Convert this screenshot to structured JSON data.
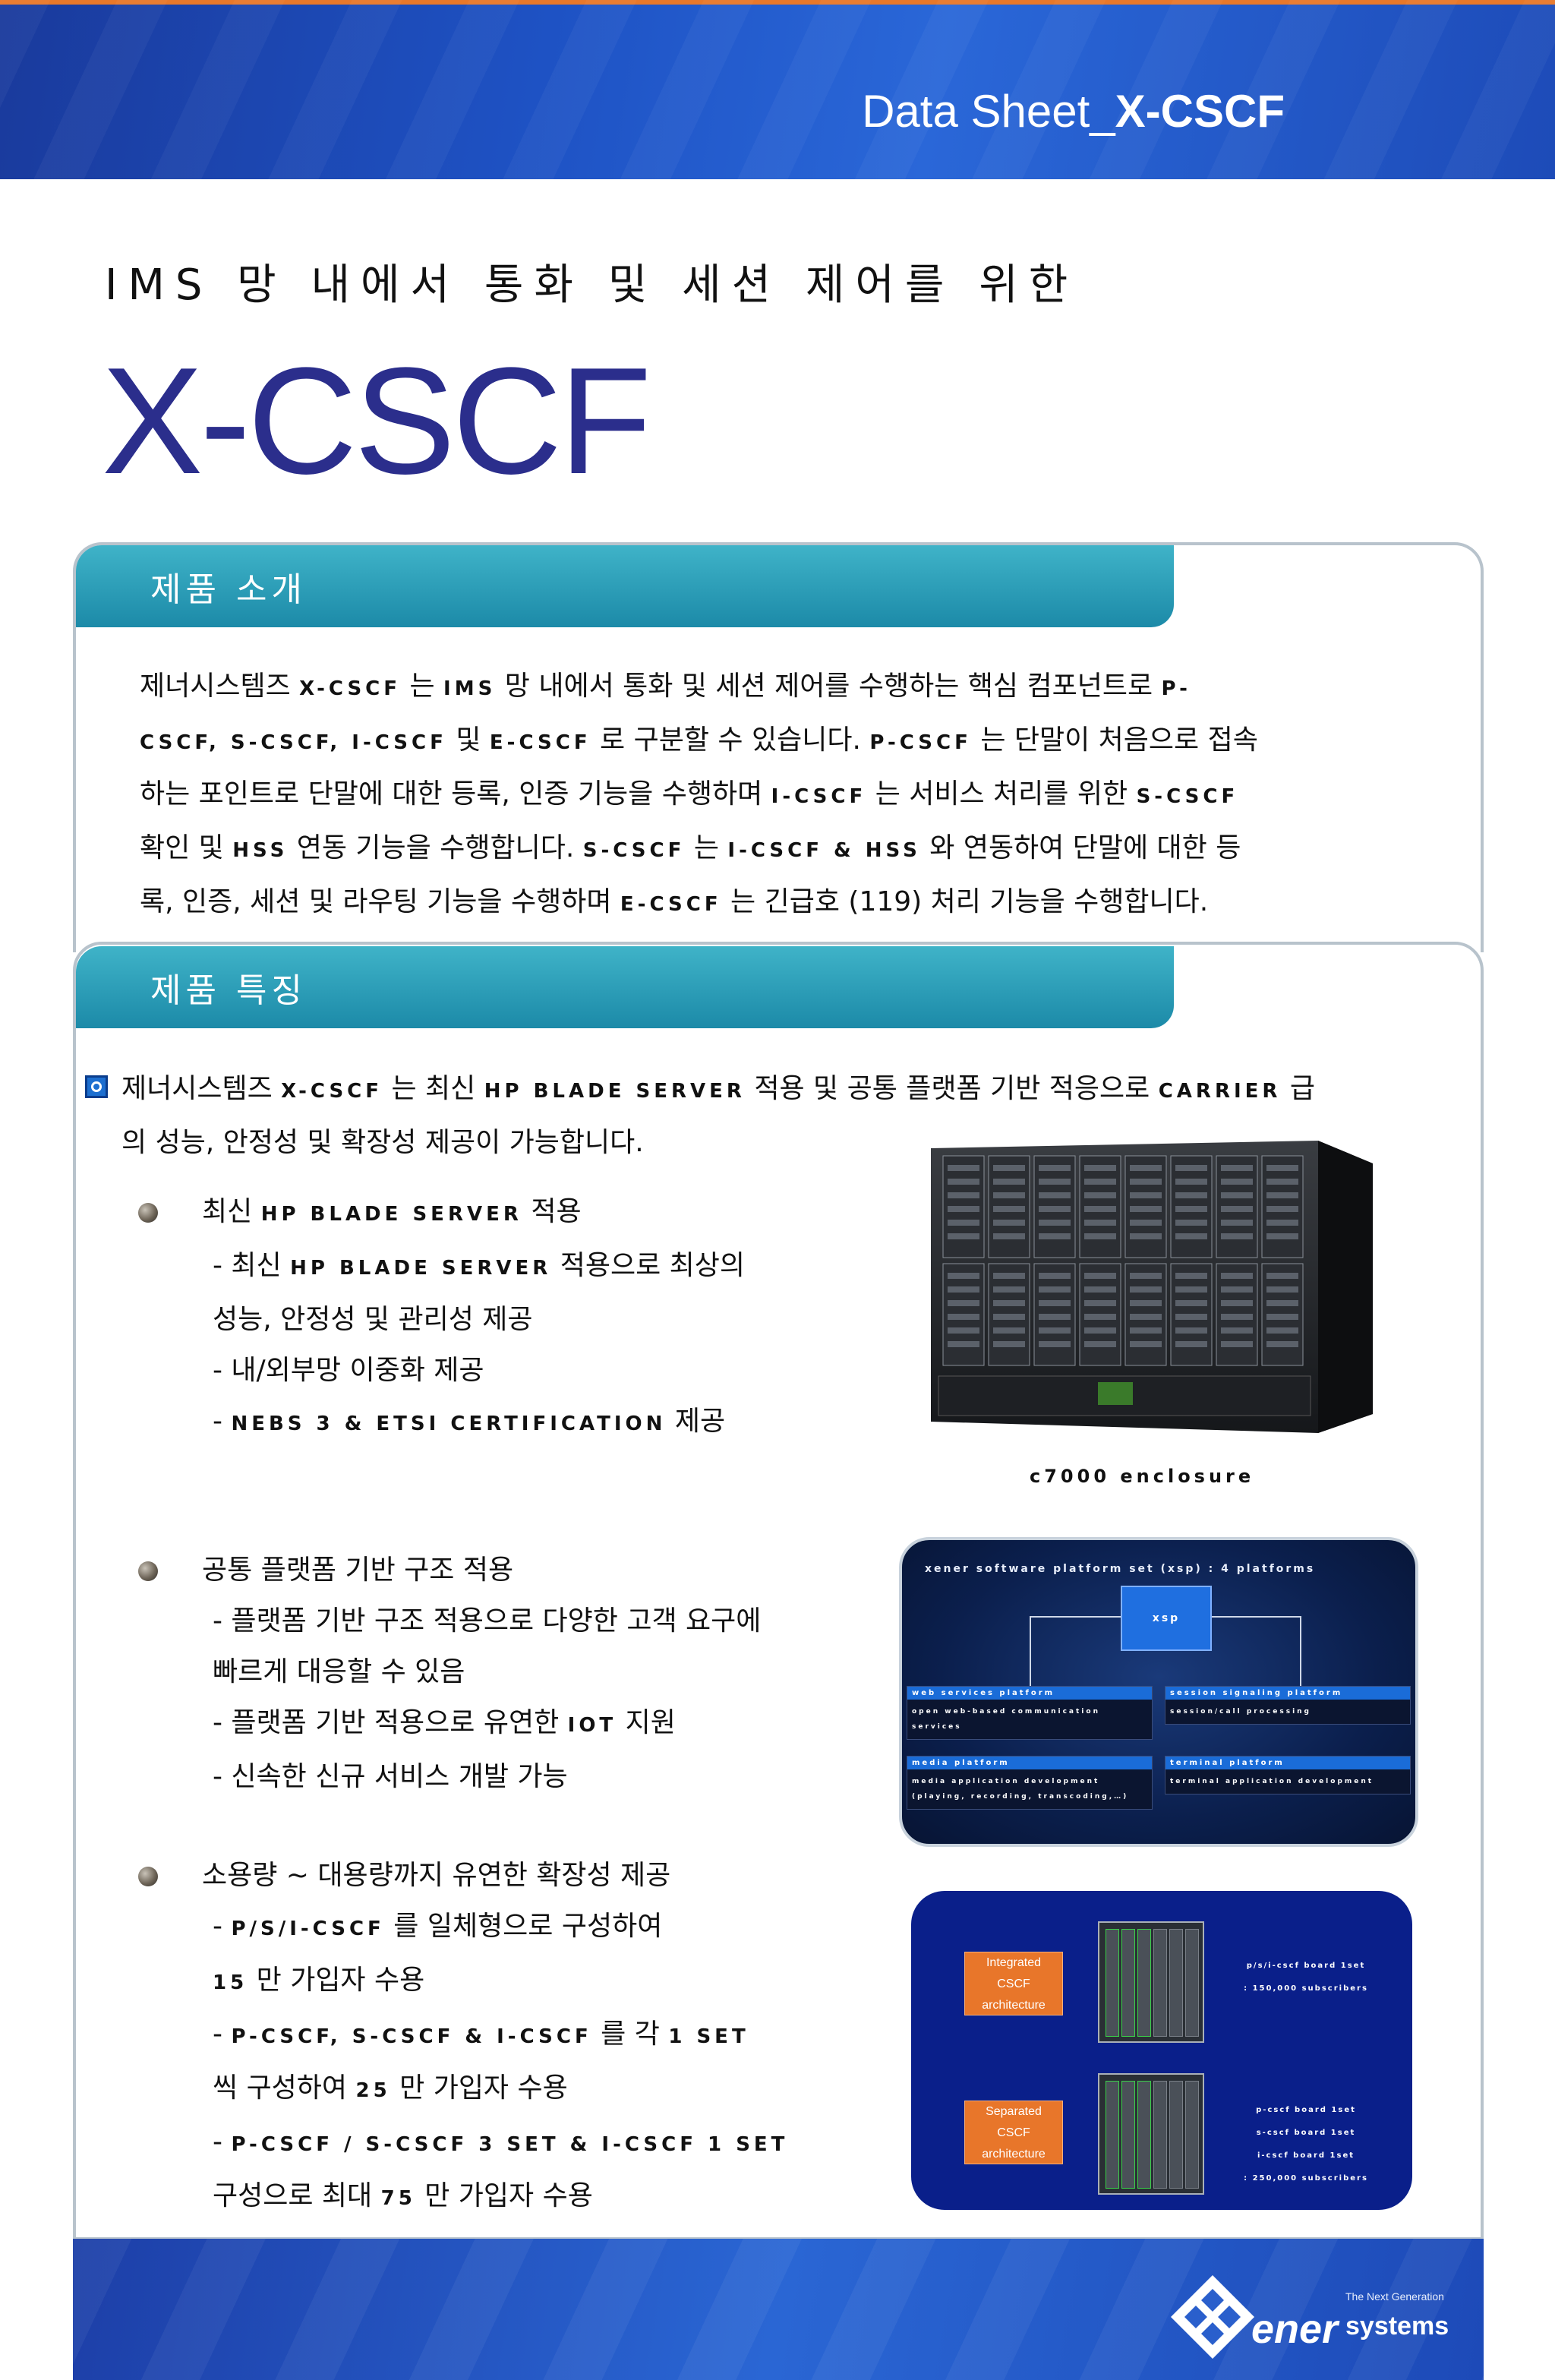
{
  "header": {
    "title_prefix": "Data Sheet_",
    "title_product": "X-CSCF"
  },
  "subtitle": "IMS 망 내에서 통화 및 세션 제어를 위한",
  "product_name": "X-CSCF",
  "section_intro": {
    "heading": "제품 소개",
    "lines": [
      [
        "제너시스템즈 ",
        "x-cscf",
        " 는 ",
        "ims",
        "  망 내에서 통화 및 세션 제어를 수행하는 핵심 컴포넌트로 ",
        "p-"
      ],
      [
        "cscf, s-cscf, i-cscf",
        "  및 ",
        "e-cscf",
        " 로 구분할 수 있습니다. ",
        "p-cscf",
        " 는 단말이 처음으로 접속"
      ],
      [
        "하는 포인트로 단말에 대한 등록, 인증 기능을 수행하며 ",
        "i-cscf",
        " 는 서비스 처리를 위한 ",
        "s-cscf"
      ],
      [
        "확인 및 ",
        "hss",
        "  연동 기능을 수행합니다. ",
        "s-cscf",
        " 는 ",
        "i-cscf & hss",
        " 와 연동하여 단말에 대한 등"
      ],
      [
        "록, 인증, 세션 및 라우팅 기능을 수행하며 ",
        "e-cscf",
        " 는 긴급호 ",
        "(119)",
        "  처리 기능을 수행합니다."
      ]
    ]
  },
  "section_features": {
    "heading": "제품 특징",
    "lead_line1": [
      "제너시스템즈 ",
      "x-cscf",
      " 는 최신 ",
      "hp blade server",
      " 적용 및 공통 플랫폼 기반 적응으로 ",
      "carrier",
      " 급"
    ],
    "lead_line2": "의 성능, 안정성 및 확장성 제공이 가능합니다.",
    "group1": {
      "title": [
        "최신 ",
        "hp blade server",
        " 적용"
      ],
      "items": [
        [
          "- 최신 ",
          "hp blade server",
          " 적용으로 최상의"
        ],
        [
          "   성능, 안정성 및 관리성 제공"
        ],
        [
          "- 내/외부망 이중화 제공"
        ],
        [
          "- ",
          "nebs 3 & etsi certification",
          "  제공"
        ]
      ]
    },
    "server_caption": "c7000 enclosure",
    "group2": {
      "title": [
        "공통 플랫폼 기반 구조 적용"
      ],
      "items": [
        [
          "- 플랫폼 기반 구조 적용으로 다양한 고객 요구에"
        ],
        [
          "   빠르게 대응할 수 있음"
        ],
        [
          "- 플랫폼 기반 적용으로 유연한 ",
          "iot",
          "  지원"
        ],
        [
          "- 신속한 신규 서비스 개발 가능"
        ]
      ]
    },
    "group3": {
      "title": [
        "소용량 ~  대용량까지 유연한 확장성 제공"
      ],
      "items": [
        [
          "- ",
          "p/s/i-cscf",
          " 를 일체형으로 구성하여"
        ],
        [
          "   ",
          "15",
          " 만 가입자 수용"
        ],
        [
          "- ",
          "p-cscf, s-cscf & i-cscf",
          " 를 각 ",
          "1 set"
        ],
        [
          "   씩 구성하여 ",
          "25",
          " 만 가입자 수용"
        ],
        [
          "- ",
          "p-cscf / s-cscf 3 set & i-cscf 1 set"
        ],
        [
          "   구성으로 최대 ",
          "75",
          " 만 가입자 수용"
        ]
      ]
    }
  },
  "xsp_diagram": {
    "caption": "xener software platform set (xsp) : 4 platforms",
    "core": "xsp",
    "platforms": [
      {
        "title": "web services platform",
        "desc": "open web-based communication services"
      },
      {
        "title": "session signaling platform",
        "desc": "session/call processing"
      },
      {
        "title": "media platform",
        "desc": "media application development (playing, recording, transcoding,…)"
      },
      {
        "title": "terminal platform",
        "desc": "terminal application development"
      }
    ]
  },
  "cscf_diagram": {
    "integrated": [
      "Integrated",
      "CSCF",
      "architecture"
    ],
    "integrated_desc": [
      "p/s/i-cscf board 1set",
      ": 150,000 subscribers"
    ],
    "separated": [
      "Separated",
      "CSCF",
      "architecture"
    ],
    "separated_desc": [
      "p-cscf board 1set",
      "s-cscf board 1set",
      "i-cscf board 1set",
      ": 250,000 subscribers"
    ]
  },
  "footer": {
    "logo_main": "ener",
    "logo_sub": "systems",
    "logo_tag": "The Next Generation"
  },
  "colors": {
    "title_blue": "#2b2e8c",
    "teal": "#1c8aa8",
    "banner_blue": "#1e52c4",
    "orange": "#e8762a"
  }
}
